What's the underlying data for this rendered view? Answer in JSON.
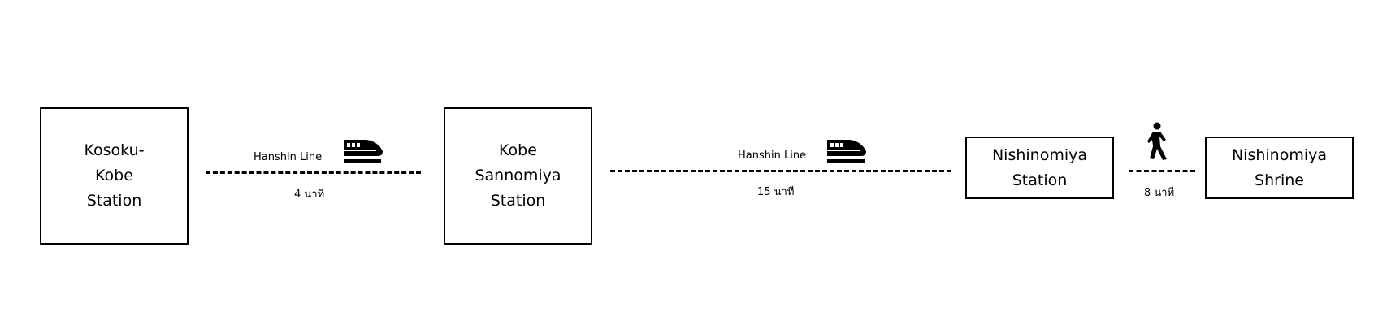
{
  "stations": [
    {
      "name": "Kosoku-\nKobe\nStation"
    },
    {
      "name": "Kobe\nSannomiya\nStation"
    },
    {
      "name": "Nishinomiya\nStation"
    },
    {
      "name": "Nishinomiya\nShrine"
    }
  ],
  "segments": [
    {
      "line": "Hanshin Line",
      "mode_icon": "train-icon",
      "duration": "4 นาที"
    },
    {
      "line": "Hanshin Line",
      "mode_icon": "train-icon",
      "duration": "15 นาที"
    },
    {
      "mode_icon": "walking-person-icon",
      "duration": "8 นาที"
    }
  ]
}
